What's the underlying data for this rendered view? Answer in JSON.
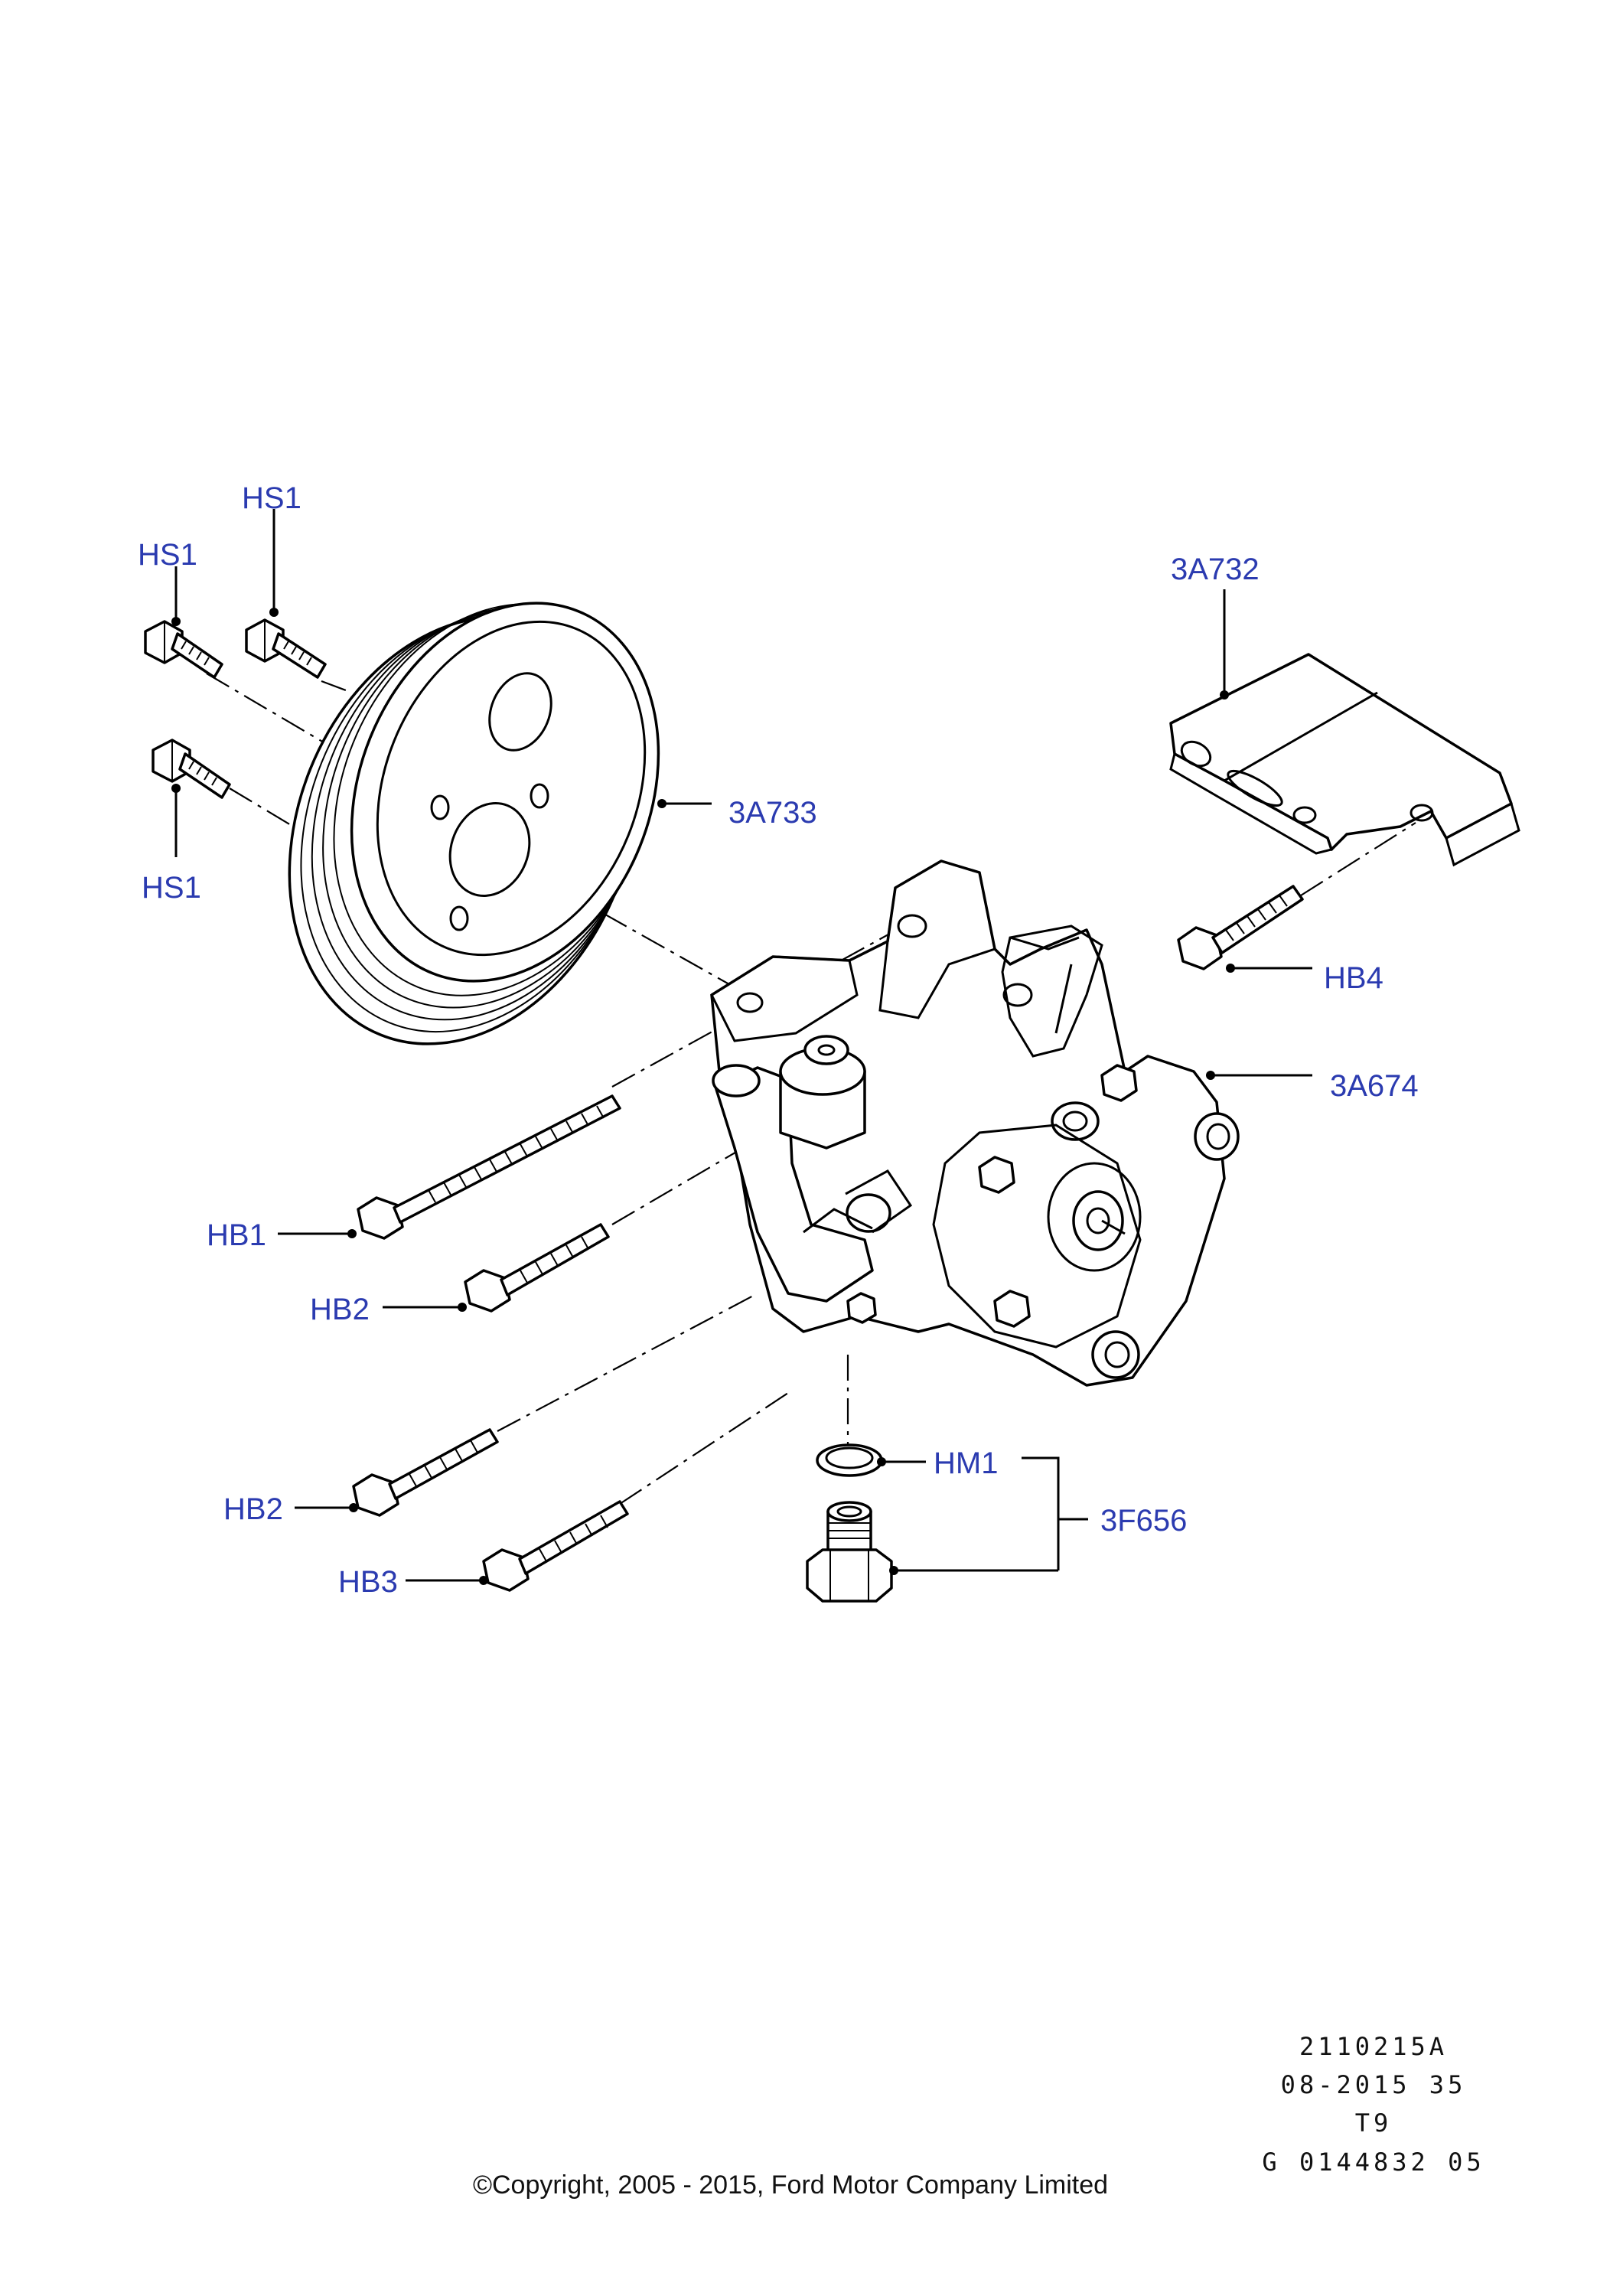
{
  "callouts": {
    "hs1_a": "HS1",
    "hs1_b": "HS1",
    "hs1_c": "HS1",
    "pulley": "3A733",
    "bracket": "3A732",
    "hb4": "HB4",
    "pump": "3A674",
    "hb1": "HB1",
    "hb2_a": "HB2",
    "hb2_b": "HB2",
    "hb3": "HB3",
    "hm1": "HM1",
    "kit": "3F656"
  },
  "footer": {
    "code1": "2110215A",
    "code2": "08-2015 35",
    "code3": "T9",
    "code4": "G 0144832 05",
    "copyright": "©Copyright, 2005 - 2015, Ford Motor Company Limited"
  }
}
